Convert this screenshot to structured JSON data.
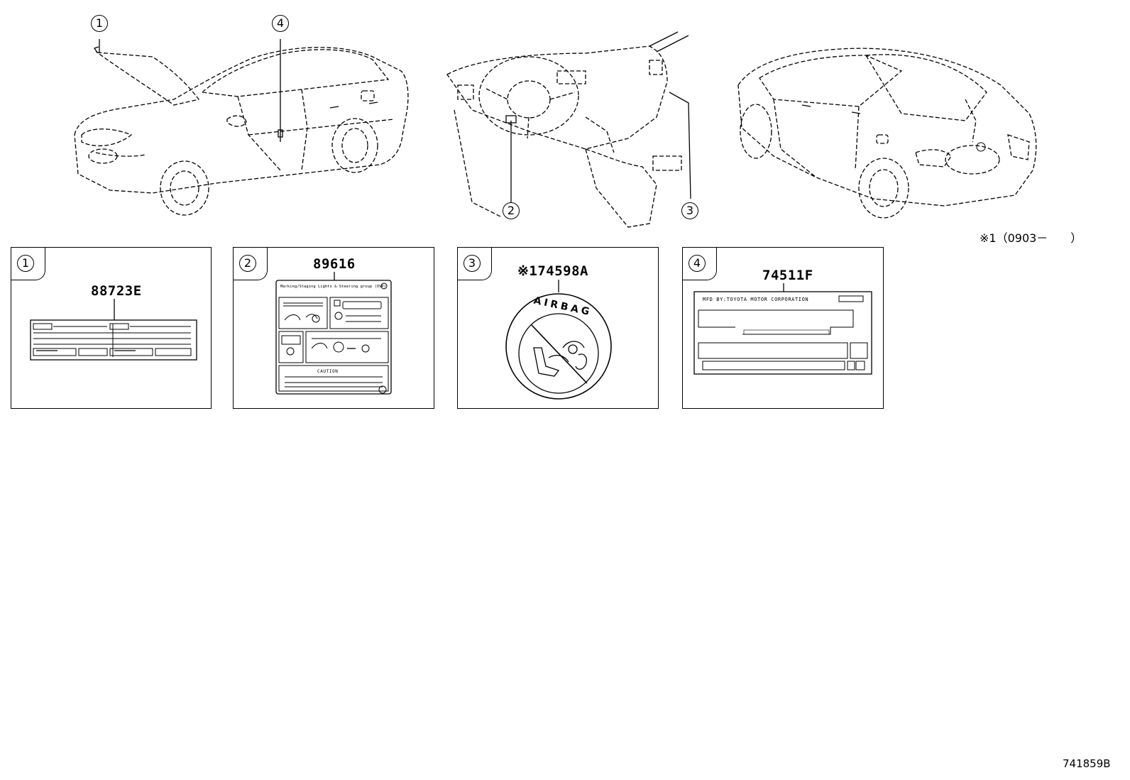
{
  "figure": {
    "callouts": [
      "1",
      "2",
      "3",
      "4"
    ],
    "applicability_note": "※1（0903－　　）",
    "figure_id": "741859B"
  },
  "labels": [
    {
      "callout": "1",
      "part_number": "88723E"
    },
    {
      "callout": "2",
      "part_number": "89616",
      "sticker_header": "Marking/Staging Lights & Steering group (OVP)",
      "sticker_caution": "CAUTION"
    },
    {
      "callout": "3",
      "part_number": "※174598A",
      "sticker_text": "AIRBAG"
    },
    {
      "callout": "4",
      "part_number": "74511F",
      "sticker_text": "MFD BY:TOYOTA MOTOR CORPORATION"
    }
  ],
  "icons": [
    "sedan-front-view",
    "dashboard-interior-view",
    "sedan-rear-view",
    "airbag-warning-icon"
  ]
}
